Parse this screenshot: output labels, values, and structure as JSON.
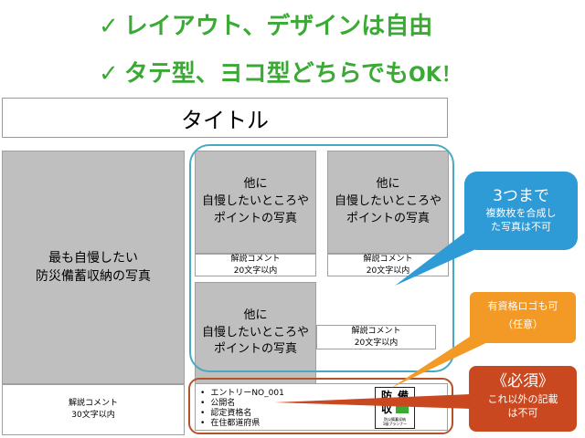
{
  "headings": {
    "line1": "レイアウト、デザインは自由",
    "line2_a": "タテ型、ヨコ型どちらでも",
    "line2_b": "OK！",
    "check_glyph": "✓"
  },
  "title_box": {
    "label": "タイトル"
  },
  "main_photo": {
    "line1": "最も自慢したい",
    "line2": "防災備蓄収納の写真",
    "caption_line1": "解説コメント",
    "caption_line2": "30文字以内"
  },
  "sub_photos": [
    {
      "line1": "他に",
      "line2": "自慢したいところや",
      "line3": "ポイントの写真",
      "caption_line1": "解説コメント",
      "caption_line2": "20文字以内"
    },
    {
      "line1": "他に",
      "line2": "自慢したいところや",
      "line3": "ポイントの写真",
      "caption_line1": "解説コメント",
      "caption_line2": "20文字以内"
    },
    {
      "line1": "他に",
      "line2": "自慢したいところや",
      "line3": "ポイントの写真",
      "caption_line1": "解説コメント",
      "caption_line2": "20文字以内"
    }
  ],
  "entry_box": {
    "items": [
      "エントリーNO_001",
      "公開名",
      "認定資格名",
      "在住都道府県"
    ]
  },
  "logo": {
    "chars": [
      "防",
      "備",
      "収",
      ""
    ],
    "sub_line1": "防災備蓄収納",
    "sub_line2": "1級プランナー"
  },
  "callouts": {
    "blue": {
      "title": "3つまで",
      "line1": "複数枚を合成し",
      "line2": "た写真は不可"
    },
    "orange": {
      "line1": "有資格ロゴも可",
      "line2": "（任意）"
    },
    "red": {
      "title": "《必須》",
      "line1": "これ以外の記載",
      "line2": "は不可"
    }
  },
  "colors": {
    "heading_green": "#3aaa35",
    "photo_gray": "#bfbfbf",
    "blue_outline": "#48a9c5",
    "blue_callout": "#2e9ad6",
    "orange_callout": "#f39a26",
    "red_callout": "#c9481f",
    "brown_outline": "#b2532a"
  }
}
